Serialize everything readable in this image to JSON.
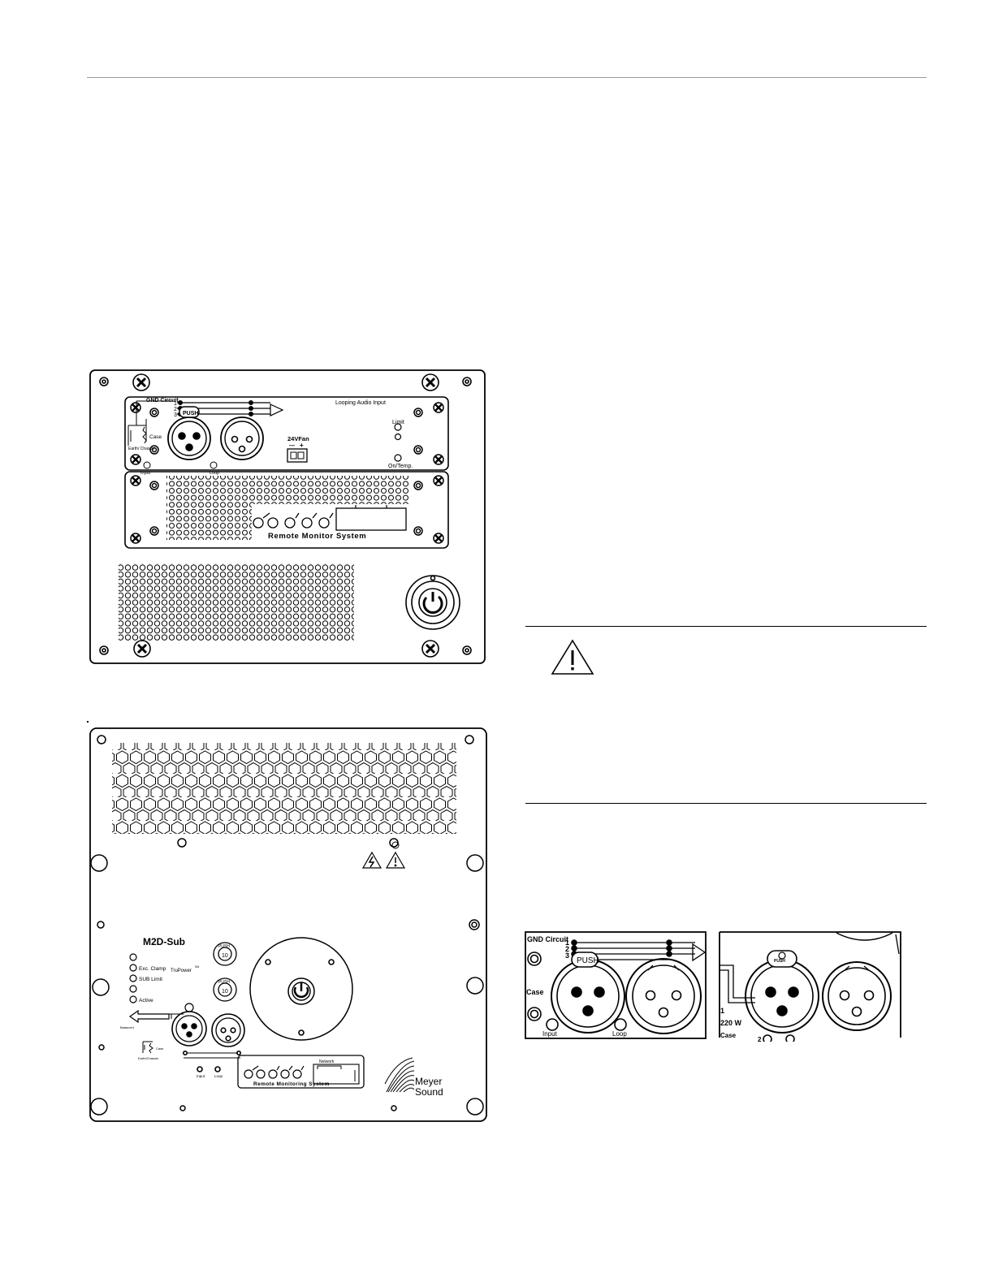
{
  "colors": {
    "ink": "#000000",
    "header_rule": "#999999",
    "paper": "#ffffff"
  },
  "figure_top": {
    "gnd_circuit": "GND Circuit",
    "pin_1": "1",
    "pin_2": "2",
    "pin_3": "3",
    "push": "PUSH",
    "case": "Case",
    "earth_chassis": "Earth/ Chassis",
    "input": "Input",
    "loop": "Loop",
    "looping_audio_input": "Looping Audio Input",
    "fan_24v": "24VFan",
    "fan_minus": "—",
    "fan_plus": "+",
    "limit": "Limit",
    "on_temp": "On/Temp.",
    "remote_monitor_system": "Remote Monitor System"
  },
  "figure_bottom": {
    "model": "M2D-Sub",
    "led_exc_clamp": "Exc. Clamp",
    "led_sub_limit": "SUB Limit",
    "led_active": "Active",
    "tripower": "TruPower",
    "tripower_mark": "SM",
    "push": "PUSH",
    "fuse_value": "10",
    "balanced": "Balanced",
    "earth_chassis": "Earth/Chassis",
    "case": "Case",
    "input": "Input",
    "loop": "Loop",
    "network": "Network",
    "remote_monitoring_system": "Remote Monitoring System",
    "brand_line1": "Meyer",
    "brand_line2": "Sound"
  },
  "caution_icon": "warning-triangle-icon",
  "detail_left": {
    "gnd_circuit": "GND Circuit",
    "pin_1": "1",
    "pin_2": "2",
    "pin_3": "3",
    "push": "PUSH",
    "case": "Case",
    "input": "Input",
    "loop": "Loop"
  },
  "detail_right": {
    "push": "PUSH",
    "pin_1": "1",
    "resistor": "220 W",
    "case": "Case",
    "pin_2": "2"
  }
}
